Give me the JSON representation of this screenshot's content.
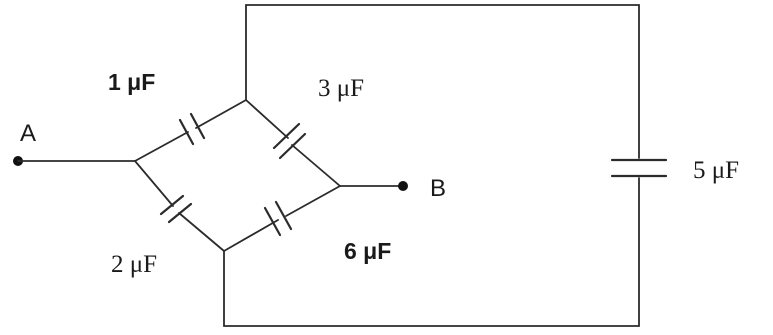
{
  "terminals": {
    "a": "A",
    "b": "B"
  },
  "capacitors": {
    "c1": "1 μF",
    "c2": "2 μF",
    "c3": "3 μF",
    "c4": "6 μF",
    "c5": "5 μF"
  }
}
